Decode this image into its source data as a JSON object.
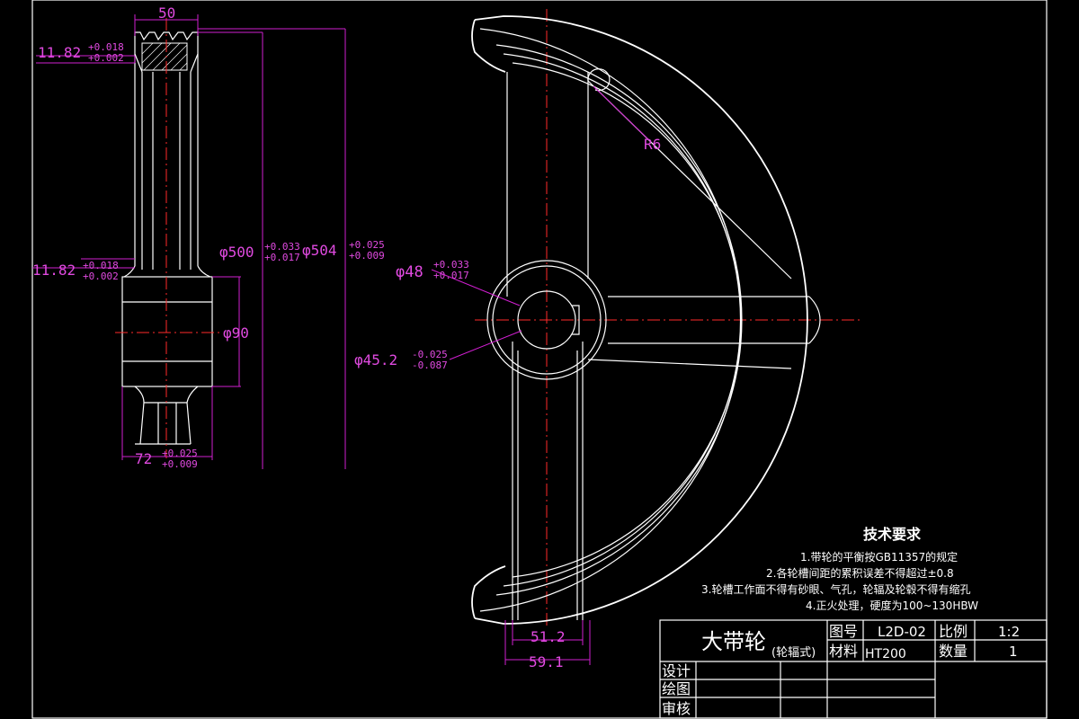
{
  "dimensions": {
    "top_width": "50",
    "groove_left_top": "11.82",
    "groove_left_top_tol_up": "+0.018",
    "groove_left_top_tol_low": "+0.002",
    "groove_left_mid": "11.82",
    "groove_left_mid_tol_up": "+0.018",
    "groove_left_mid_tol_low": "+0.002",
    "d500": "φ500",
    "d500_tol_up": "+0.033",
    "d500_tol_low": "+0.017",
    "d504": "φ504",
    "d504_tol_up": "+0.025",
    "d504_tol_low": "+0.009",
    "d90": "φ90",
    "hub_len": "72",
    "hub_len_tol_up": "+0.025",
    "hub_len_tol_low": "+0.009",
    "bore": "φ48",
    "bore_tol_up": "+0.033",
    "bore_tol_low": "+0.017",
    "keyway": "φ45.2",
    "keyway_tol_up": "-0.025",
    "keyway_tol_low": "-0.087",
    "radius": "R6",
    "spoke_w1": "51.2",
    "spoke_w2": "59.1"
  },
  "tech": {
    "title": "技术要求",
    "items": [
      "1.带轮的平衡按GB11357的规定",
      "2.各轮槽间距的累积误差不得超过±0.8",
      "3.轮槽工作面不得有砂眼、气孔，轮辐及轮毂不得有缩孔",
      "4.正火处理，硬度为100~130HBW"
    ]
  },
  "title_block": {
    "part_name": "大带轮",
    "part_sub": "(轮辐式)",
    "drawing_no_label": "图号",
    "drawing_no": "L2D-02",
    "scale_label": "比例",
    "scale": "1:2",
    "material_label": "材料",
    "material": "HT200",
    "qty_label": "数量",
    "qty": "1",
    "design_label": "设计",
    "draw_label": "绘图",
    "check_label": "审核"
  },
  "colors": {
    "background": "#000000",
    "outline": "#ffffff",
    "dimension": "#d11fd1",
    "centerline": "#ff2a2a"
  }
}
